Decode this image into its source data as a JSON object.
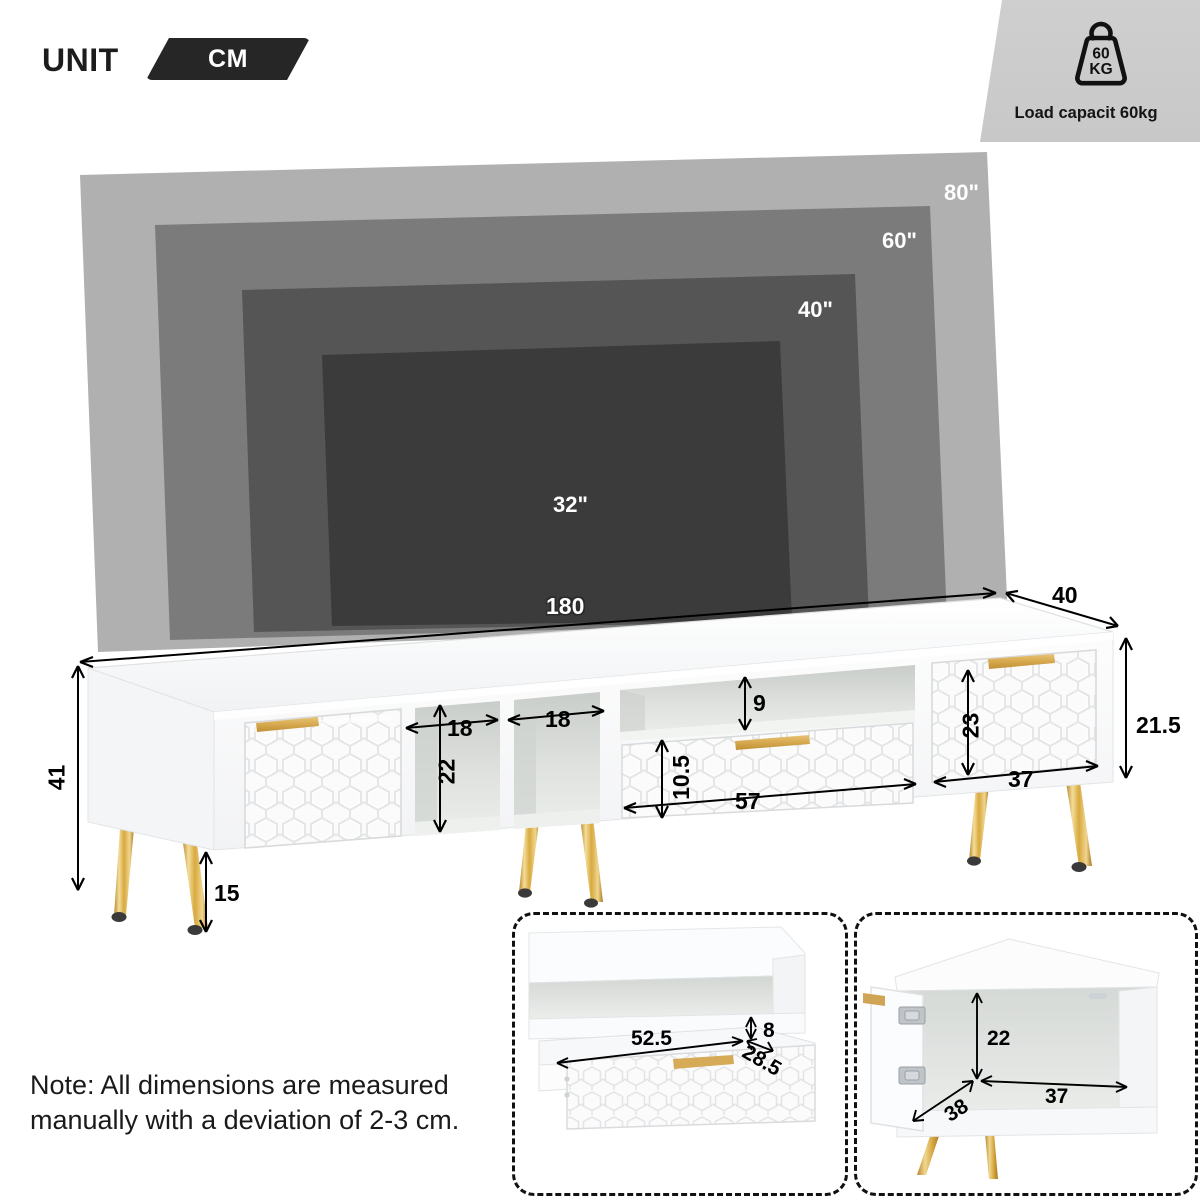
{
  "header": {
    "unit_label": "UNIT",
    "unit_value": "CM",
    "load": {
      "icon": "weight-icon",
      "icon_value_top": "60",
      "icon_value_bottom": "KG",
      "caption": "Load capacit 60kg"
    }
  },
  "tv_sizes": [
    {
      "label": "80\"",
      "fill": "#b0b0b0"
    },
    {
      "label": "60\"",
      "fill": "#7b7b7b"
    },
    {
      "label": "40\"",
      "fill": "#555555"
    },
    {
      "label": "32\"",
      "fill": "#3b3b3b"
    }
  ],
  "main_dimensions": {
    "width": "180",
    "depth": "40",
    "total_height": "41",
    "body_height": "21.5",
    "leg_height": "15",
    "cubby_width_left": "18",
    "cubby_width_right": "18",
    "cubby_height": "22",
    "shelf_height": "9",
    "drawer_height": "10.5",
    "drawer_width": "57",
    "door_height": "23",
    "door_width": "37"
  },
  "insets": {
    "drawer": {
      "width": "52.5",
      "height": "8",
      "depth": "28.5"
    },
    "cabinet": {
      "height": "22",
      "width": "37",
      "depth": "38"
    }
  },
  "note": "Note: All dimensions are measured manually with a deviation of 2-3 cm.",
  "colors": {
    "badge_dark": "#262626",
    "panel_gray": "#c8c8c8",
    "gold": "#d9ab4e",
    "cabinet_white": "#ffffff"
  }
}
